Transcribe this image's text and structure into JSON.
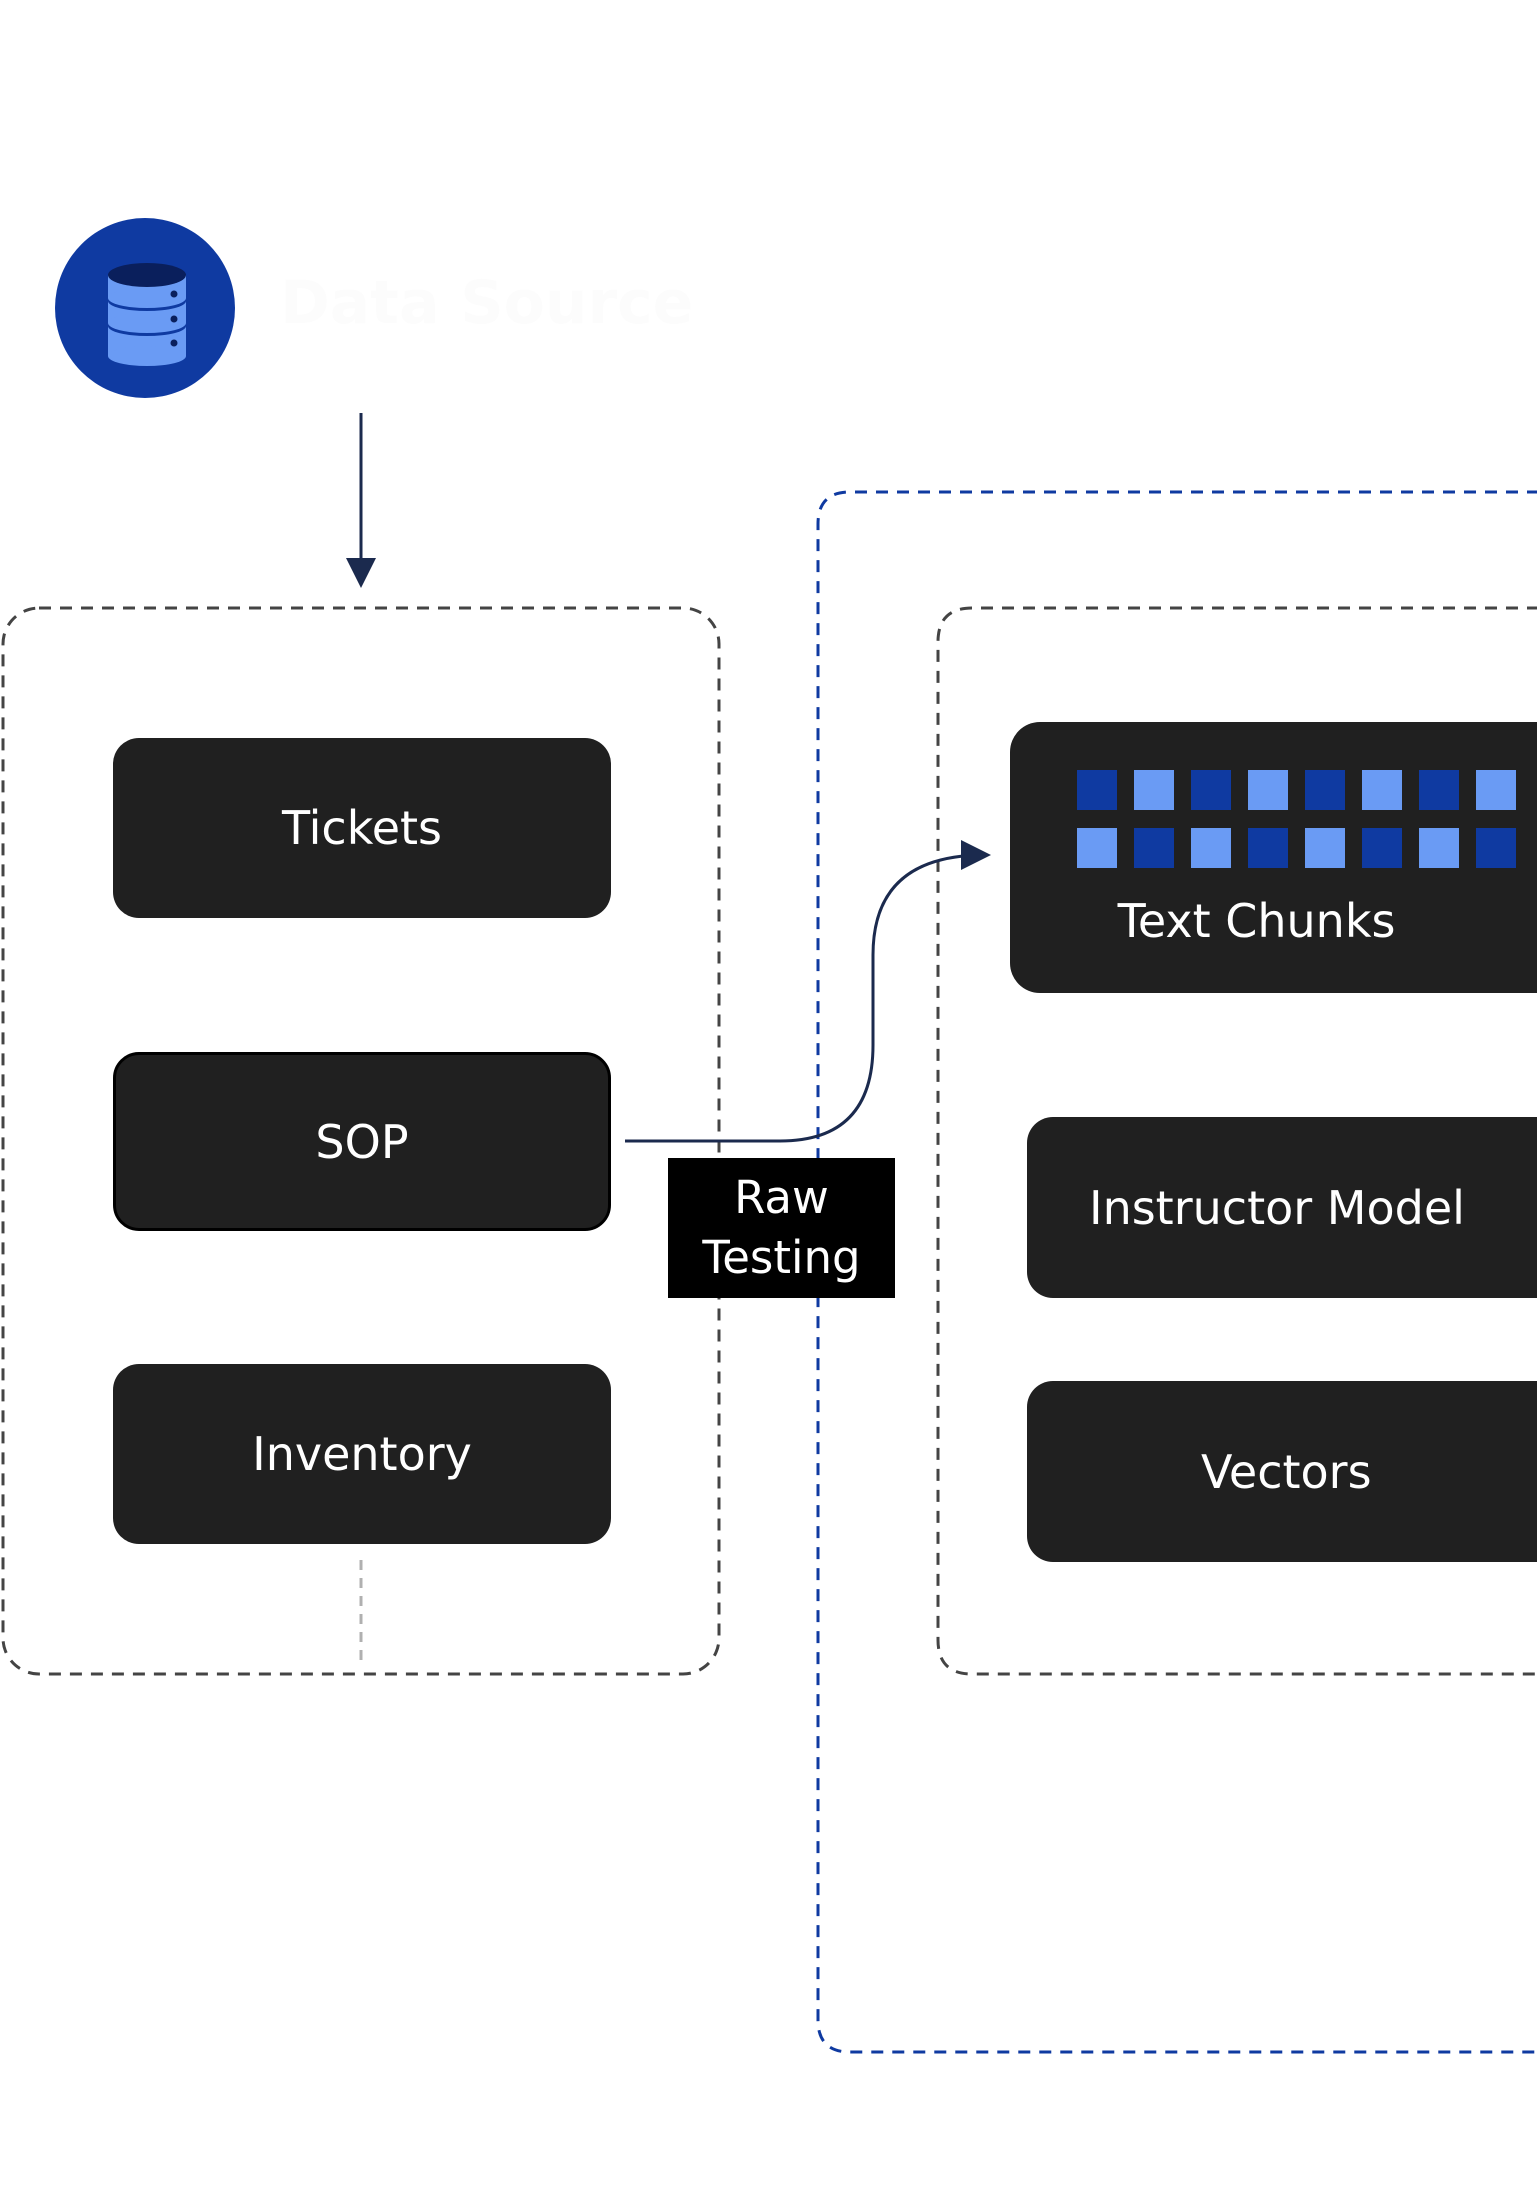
{
  "data_source": {
    "title": "Data Source",
    "icon": "database-icon"
  },
  "source_group": {
    "items": [
      {
        "label": "Tickets"
      },
      {
        "label": "SOP"
      },
      {
        "label": "Inventory"
      }
    ]
  },
  "connector": {
    "label_line1": "Raw",
    "label_line2": "Testing"
  },
  "processing_group": {
    "text_chunks": "Text Chunks",
    "instructor_model": "Instructor Model",
    "vectors": "Vectors"
  },
  "colors": {
    "box_fill": "#202020",
    "arrow": "#1b2a4e",
    "accent_dark_blue": "#0f3aa1",
    "accent_light_blue": "#6a9bf4",
    "dashed_gray": "#444444",
    "dashed_blue": "#0f3aa1"
  }
}
